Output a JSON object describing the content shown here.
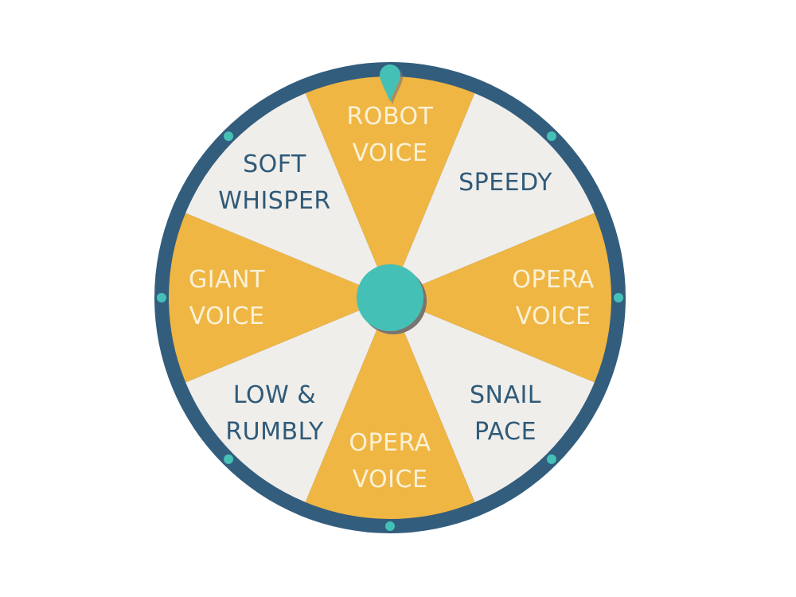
{
  "colors": {
    "rim": "#335d7d",
    "rim_stud": "#45c0b7",
    "segment_a": "#efb643",
    "segment_b": "#f0eeea",
    "text_on_a": "#fbf1d7",
    "text_on_b": "#2f5a79",
    "hub": "#45c0b7",
    "hub_shadow": "#7a7470",
    "pointer": "#45c0b7",
    "background": "#ffffff"
  },
  "pointer": {
    "icon": "pointer-icon"
  },
  "hub": {
    "icon": "spin-hub"
  },
  "segments": [
    {
      "lines": [
        "ROBOT",
        "VOICE"
      ],
      "fill": "segment_a"
    },
    {
      "lines": [
        "SPEEDY"
      ],
      "fill": "segment_b"
    },
    {
      "lines": [
        "OPERA",
        "VOICE"
      ],
      "fill": "segment_a"
    },
    {
      "lines": [
        "SNAIL",
        "PACE"
      ],
      "fill": "segment_b"
    },
    {
      "lines": [
        "OPERA",
        "VOICE"
      ],
      "fill": "segment_a"
    },
    {
      "lines": [
        "LOW &",
        "RUMBLY"
      ],
      "fill": "segment_b"
    },
    {
      "lines": [
        "GIANT",
        "VOICE"
      ],
      "fill": "segment_a"
    },
    {
      "lines": [
        "SOFT",
        "WHISPER"
      ],
      "fill": "segment_b"
    }
  ]
}
